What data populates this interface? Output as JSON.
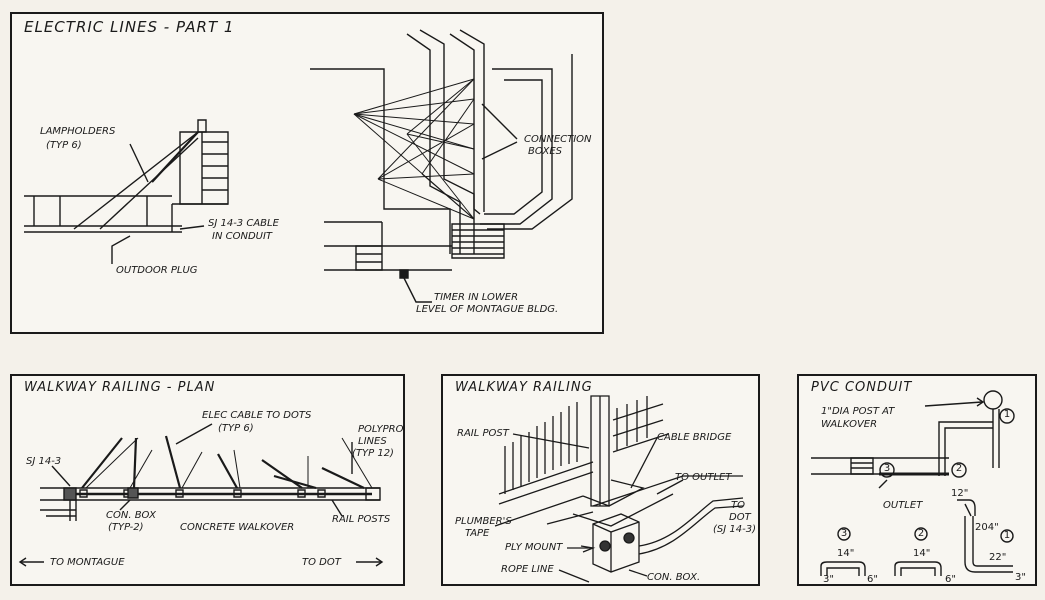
{
  "panels": {
    "electric": {
      "title": "ELECTRIC LINES  - PART 1",
      "lampholders": "LAMPHOLDERS",
      "lampholders_typ": "(TYP 6)",
      "connection_1": "CONNECTION",
      "connection_2": "BOXES",
      "sj_cable_1": "SJ 14-3 CABLE",
      "sj_cable_2": "IN CONDUIT",
      "outdoor_plug": "OUTDOOR PLUG",
      "timer_1": "TIMER IN LOWER",
      "timer_2": "LEVEL OF MONTAGUE BLDG."
    },
    "railing_plan": {
      "title": "WALKWAY RAILING - PLAN",
      "elec_cable_1": "ELEC CABLE TO DOTS",
      "elec_cable_2": "(TYP 6)",
      "polypro_1": "POLYPRO",
      "polypro_2": "LINES",
      "polypro_3": "(TYP 12)",
      "sj": "SJ 14-3",
      "con_box_1": "CON. BOX",
      "con_box_2": "(TYP-2)",
      "concrete": "CONCRETE WALKOVER",
      "rail_posts": "RAIL POSTS",
      "to_montague": "TO MONTAGUE",
      "to_dot": "TO DOT"
    },
    "railing": {
      "title": "WALKWAY RAILING",
      "rail_post": "RAIL POST",
      "cable_bridge": "CABLE BRIDGE",
      "to_outlet": "TO OUTLET",
      "to_dot_1": "TO",
      "to_dot_2": "DOT",
      "to_dot_3": "(SJ 14-3)",
      "plumbers_1": "PLUMBER'S",
      "plumbers_2": "TAPE",
      "ply_mount": "PLY MOUNT",
      "rope_line": "ROPE LINE",
      "con_box": "CON. BOX."
    },
    "pvc": {
      "title": "PVC CONDUIT",
      "post_1": "1\"DIA POST AT",
      "post_2": "WALKOVER",
      "outlet": "OUTLET",
      "dim_12": "12\"",
      "dim_204": "204\"",
      "dim_14a": "14\"",
      "dim_14b": "14\"",
      "dim_22": "22\"",
      "dim_3a": "3\"",
      "dim_6a": "6\"",
      "dim_6b": "6\"",
      "dim_3b": "3\"",
      "n1": "1",
      "n2": "2",
      "n3": "3",
      "n1b": "1",
      "n2b": "2",
      "n3b": "3"
    }
  }
}
